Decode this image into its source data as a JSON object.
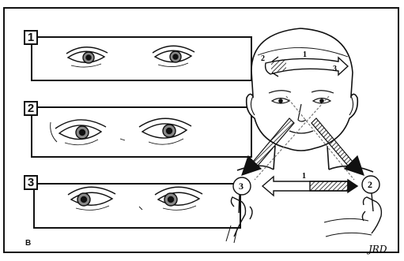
{
  "panels": [
    {
      "number": "1",
      "gaze": "straight"
    },
    {
      "number": "2",
      "gaze": "right"
    },
    {
      "number": "3",
      "gaze": "left"
    }
  ],
  "head_arrow": {
    "start_label": "2",
    "mid_label": "1",
    "end_label": "3"
  },
  "hand_arrow": {
    "mid_label": "1"
  },
  "hands": {
    "left_label": "3",
    "right_label": "2"
  },
  "panel_label": "B",
  "signature": "JRD",
  "colors": {
    "ink": "#111111",
    "paper": "#ffffff"
  }
}
